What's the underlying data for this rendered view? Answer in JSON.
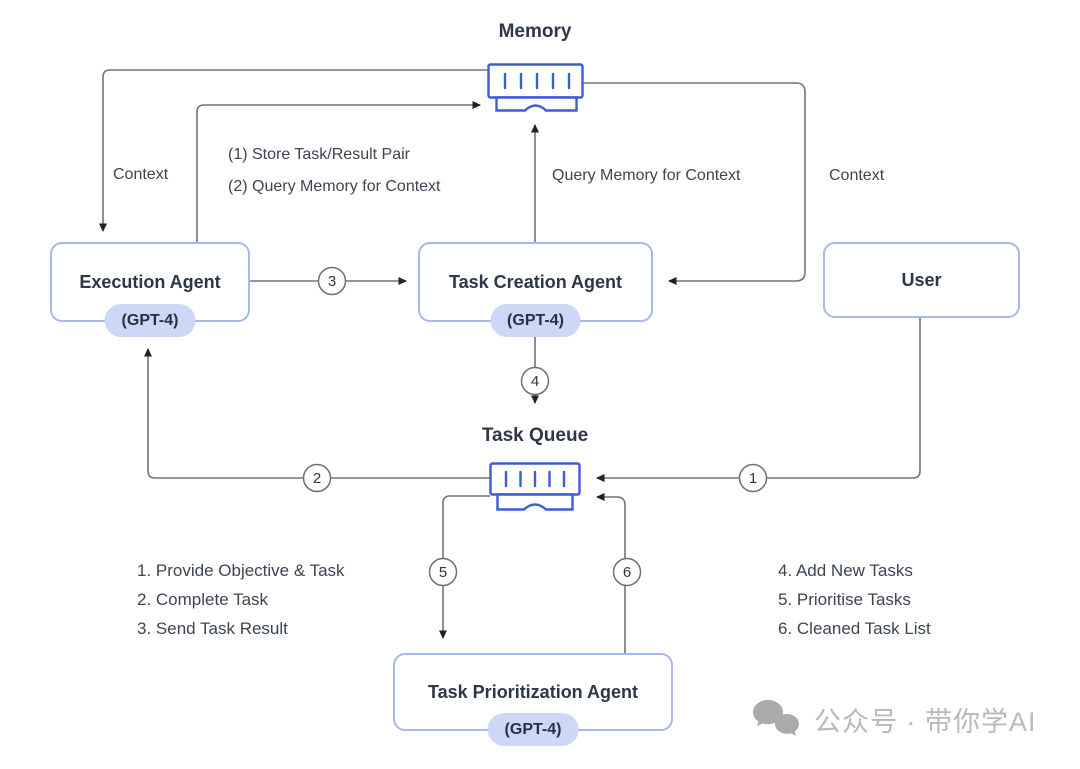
{
  "nodes": {
    "memory": {
      "label": "Memory",
      "icon": "memory-chip-icon"
    },
    "execution_agent": {
      "label": "Execution Agent",
      "badge": "(GPT-4)"
    },
    "task_creation_agent": {
      "label": "Task Creation Agent",
      "badge": "(GPT-4)"
    },
    "user": {
      "label": "User"
    },
    "task_queue": {
      "label": "Task Queue",
      "icon": "queue-chip-icon"
    },
    "task_prioritization_agent": {
      "label": "Task Prioritization Agent",
      "badge": "(GPT-4)"
    }
  },
  "edge_labels": {
    "memory_to_execution": "Context",
    "execution_to_memory_line1": "(1) Store Task/Result Pair",
    "execution_to_memory_line2": "(2) Query Memory for Context",
    "creation_to_memory": "Query Memory for Context",
    "memory_to_creation": "Context"
  },
  "edge_numbers": {
    "user_to_queue": "1",
    "queue_to_execution": "2",
    "execution_to_creation": "3",
    "creation_to_queue": "4",
    "queue_to_prioritization": "5",
    "prioritization_to_queue": "6"
  },
  "legend_left": [
    "1. Provide Objective & Task",
    "2. Complete Task",
    "3. Send Task Result"
  ],
  "legend_right": [
    "4. Add New Tasks",
    "5. Prioritise Tasks",
    "6. Cleaned Task List"
  ],
  "watermark": {
    "icon": "wechat-icon",
    "text": "公众号 · 带你学AI"
  },
  "colors": {
    "node_border": "#a9b6f0",
    "badge_bg": "#cdd7f6",
    "chip_blue": "#3f5bd5",
    "line_gray": "#737373",
    "arrow_dark": "#1b2330",
    "text_dark": "#2d3748",
    "label_gray": "#3d4452",
    "watermark_gray": "#b9b9b9"
  }
}
